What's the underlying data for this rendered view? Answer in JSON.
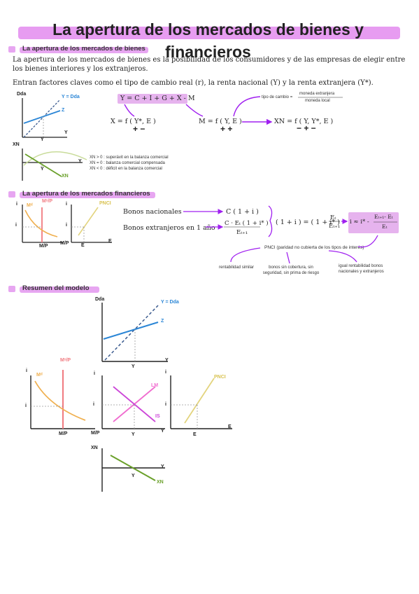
{
  "title": "La apertura de los mercados de bienes y financieros",
  "sections": {
    "goods": "La apertura de los mercados de bienes",
    "financial": "La apertura de los mercados financieros",
    "summary": "Resumen del modelo"
  },
  "intro": {
    "p1": "La apertura de los mercados de bienes es la posibilidad de los consumidores y de las empresas de elegir entre los bienes interiores y los extranjeros.",
    "p2": "Entran factores claves como el tipo de cambio real (r), la renta nacional (Y) y la renta extranjera (Y*)."
  },
  "goods_eqs": {
    "is_eq": "Y = C + I + G + X - M",
    "x_eq": "X = f ( Y*, E )",
    "x_signs": "+ −",
    "m_eq": "M = f ( Y, E )",
    "m_signs": "+ +",
    "xn_eq": "XN = f ( Y, Y*, E )",
    "xn_signs": "− + −",
    "tc_label": "tipo de cambio =",
    "tc_num": "moneda extranjera",
    "tc_den": "moneda local"
  },
  "xn_notes": [
    "XN > 0 : superávit en la balanza comercial",
    "XN = 0 : balanza comercial compensada",
    "XN < 0 : déficit en la balanza comercial"
  ],
  "axis": {
    "dda": "Dda",
    "y": "Y",
    "xn": "XN",
    "i": "i",
    "e": "E",
    "m_over_p": "M/P",
    "ms_over_p": "Mˢ/P",
    "md": "Mᵈ"
  },
  "curves": {
    "ydda": "Y = Dda",
    "z": "Z",
    "xn": "XN",
    "pnci": "PNCI",
    "lm": "LM",
    "is": "IS"
  },
  "finance": {
    "bonos_nac": "Bonos nacionales",
    "bonos_nac_val": "C ( 1 + i )",
    "bonos_ext": "Bonos extranjeros en 1 año",
    "bonos_ext_num": "C · Eₜ ( 1 + i* )",
    "bonos_ext_den": "Eₜ₊₁",
    "parity_lhs": "( 1 + i ) = ( 1 + i* )",
    "parity_num": "Eₜ",
    "parity_den": "Eₜ₊₁",
    "approx_lhs": "i ≈ i* -",
    "approx_num": "Eₜ₊₁- Eₜ",
    "approx_den": "Eₜ",
    "pnci_label": "PNCI (paridad no cubierta de los tipos de interés)",
    "rentab": "rentabilidad similar",
    "sin_cobertura": "bonos sin cobertura, sin seguridad, sin prima de riesgo",
    "igual_rentab": "igual rentabilidad bonos nacionales y extranjeros"
  },
  "colors": {
    "title_highlight": "#e79cf1",
    "section_highlight": "#e7a6f1",
    "purple": "#a020f0",
    "z_blue": "#2b86d6",
    "ydda_navy": "#3b5b8f",
    "xn_green": "#6aa02a",
    "bell_green": "#c9dc9a",
    "md_orange": "#f0b050",
    "ms_red": "#f07a80",
    "pnci_yellow": "#e3d47e",
    "lm_pink": "#f06ccf",
    "is_magenta": "#cc46d8"
  }
}
